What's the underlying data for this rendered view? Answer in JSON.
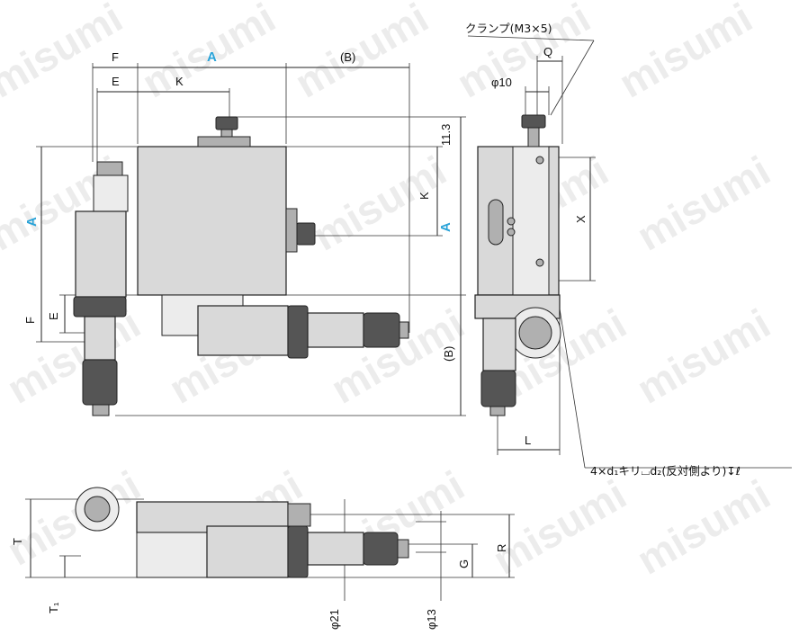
{
  "watermark": "misumi",
  "colors": {
    "accent_label": "#2aa3d8",
    "line": "#222222",
    "body_fill": "#d9d9d9"
  },
  "labels": {
    "top_f": "F",
    "top_a": "A",
    "top_b": "(B)",
    "top_e": "E",
    "top_k": "K",
    "dim_11_3": "11.3",
    "right_k": "K",
    "left_a": "A",
    "right_a": "A",
    "left_f": "F",
    "left_e": "E",
    "right_b": "(B)",
    "clamp": "クランプ(M3×5)",
    "q": "Q",
    "phi10": "φ10",
    "x": "X",
    "l": "L",
    "hole_note": "4×d₁キリ⌴d₂(反対側より)↧ℓ",
    "t": "T",
    "t1": "T₁",
    "r": "R",
    "g": "G",
    "phi21": "φ21",
    "phi13": "φ13"
  }
}
